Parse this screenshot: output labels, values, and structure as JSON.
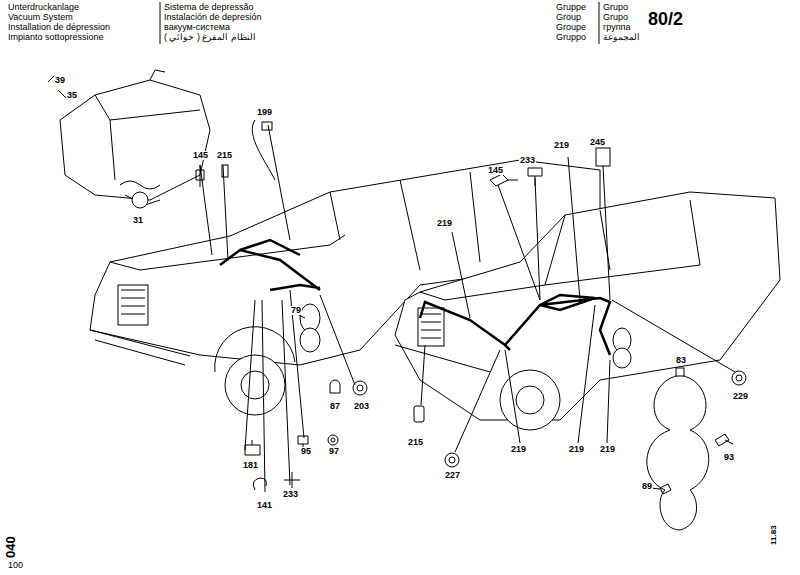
{
  "diagram": {
    "labels": [
      "Unterdruckanlage",
      "Vacuum System",
      "Installation de dépression",
      "Impianto sottopressione",
      "Sistema de depressão",
      "Instalación de depresión",
      "вакуум-система",
      "النظام المفرغ ( خوائي )",
      "Gruppe",
      "Group",
      "Groupe",
      "Gruppo",
      "Grupo",
      "Grupo",
      "группа",
      "المجموعة",
      "80/2",
      "040",
      "100",
      "11.83",
      "39",
      "35",
      "31",
      "199",
      "145",
      "215",
      "79",
      "87",
      "203",
      "181",
      "95",
      "97",
      "141",
      "233",
      "145",
      "233",
      "219",
      "219",
      "245",
      "229",
      "83",
      "93",
      "89",
      "215",
      "227",
      "219",
      "219",
      "219"
    ]
  }
}
